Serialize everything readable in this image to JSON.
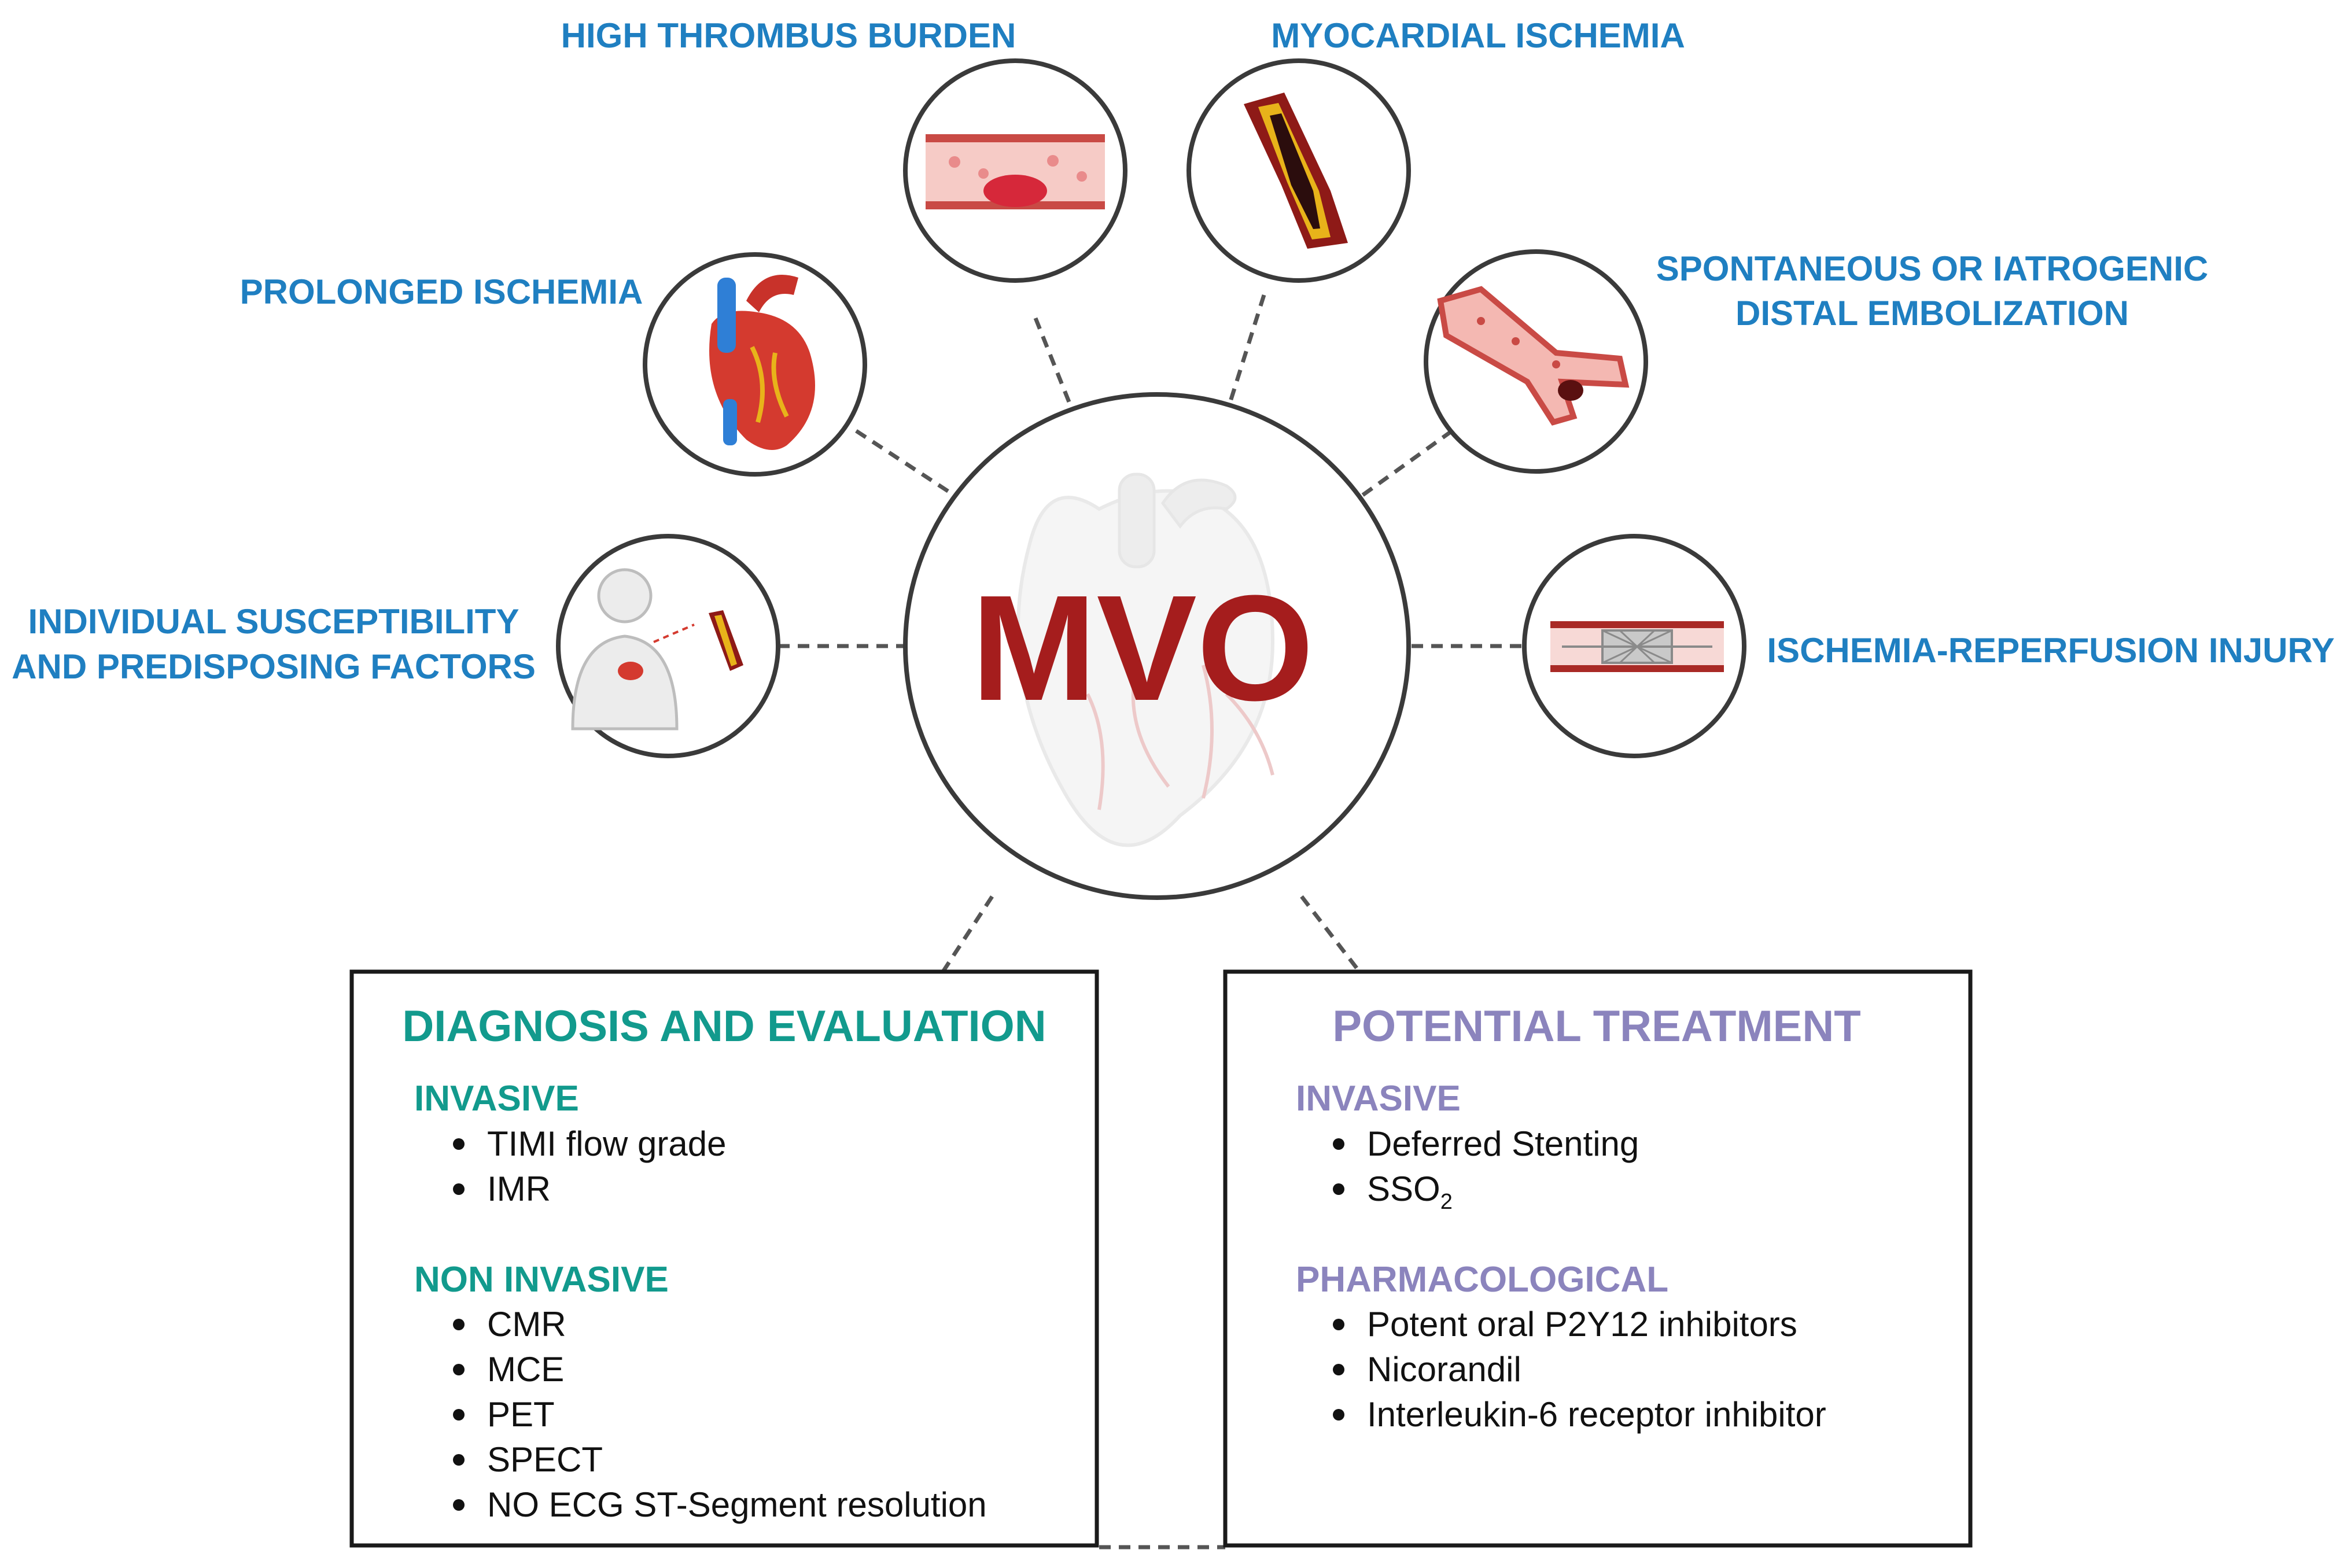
{
  "center": {
    "label": "MVO"
  },
  "causes": [
    {
      "label_lines": [
        "HIGH THROMBUS BURDEN"
      ],
      "icon": "thrombus-vessel-icon"
    },
    {
      "label_lines": [
        "MYOCARDIAL ISCHEMIA"
      ],
      "icon": "occluded-artery-icon"
    },
    {
      "label_lines": [
        "PROLONGED ISCHEMIA"
      ],
      "icon": "heart-icon"
    },
    {
      "label_lines": [
        "SPONTANEOUS OR IATROGENIC",
        "DISTAL EMBOLIZATION"
      ],
      "icon": "embolized-vessel-icon"
    },
    {
      "label_lines": [
        "INDIVIDUAL SUSCEPTIBILITY",
        "AND PREDISPOSING FACTORS"
      ],
      "icon": "patient-icon"
    },
    {
      "label_lines": [
        "ISCHEMIA-REPERFUSION INJURY"
      ],
      "icon": "stent-icon"
    }
  ],
  "diagnosis": {
    "title": "DIAGNOSIS AND EVALUATION",
    "invasive_heading": "INVASIVE",
    "invasive_items": [
      "TIMI flow grade",
      "IMR"
    ],
    "noninvasive_heading": "NON INVASIVE",
    "noninvasive_items": [
      "CMR",
      "MCE",
      "PET",
      "SPECT",
      "NO ECG ST-Segment resolution"
    ]
  },
  "treatment": {
    "title": "POTENTIAL TREATMENT",
    "invasive_heading": "INVASIVE",
    "invasive_items": [
      "Deferred Stenting"
    ],
    "sso2_main": "SSO",
    "sso2_sub": "2",
    "pharma_heading": "PHARMACOLOGICAL",
    "pharma_items": [
      "Potent oral P2Y12 inhibitors",
      "Nicorandil",
      "Interleukin-6 receptor inhibitor"
    ]
  },
  "colors": {
    "label_blue": "#1f7fc1",
    "mvo_red": "#a51d1d",
    "diagnosis_teal": "#129a8d",
    "treatment_purple": "#8b84bd"
  }
}
